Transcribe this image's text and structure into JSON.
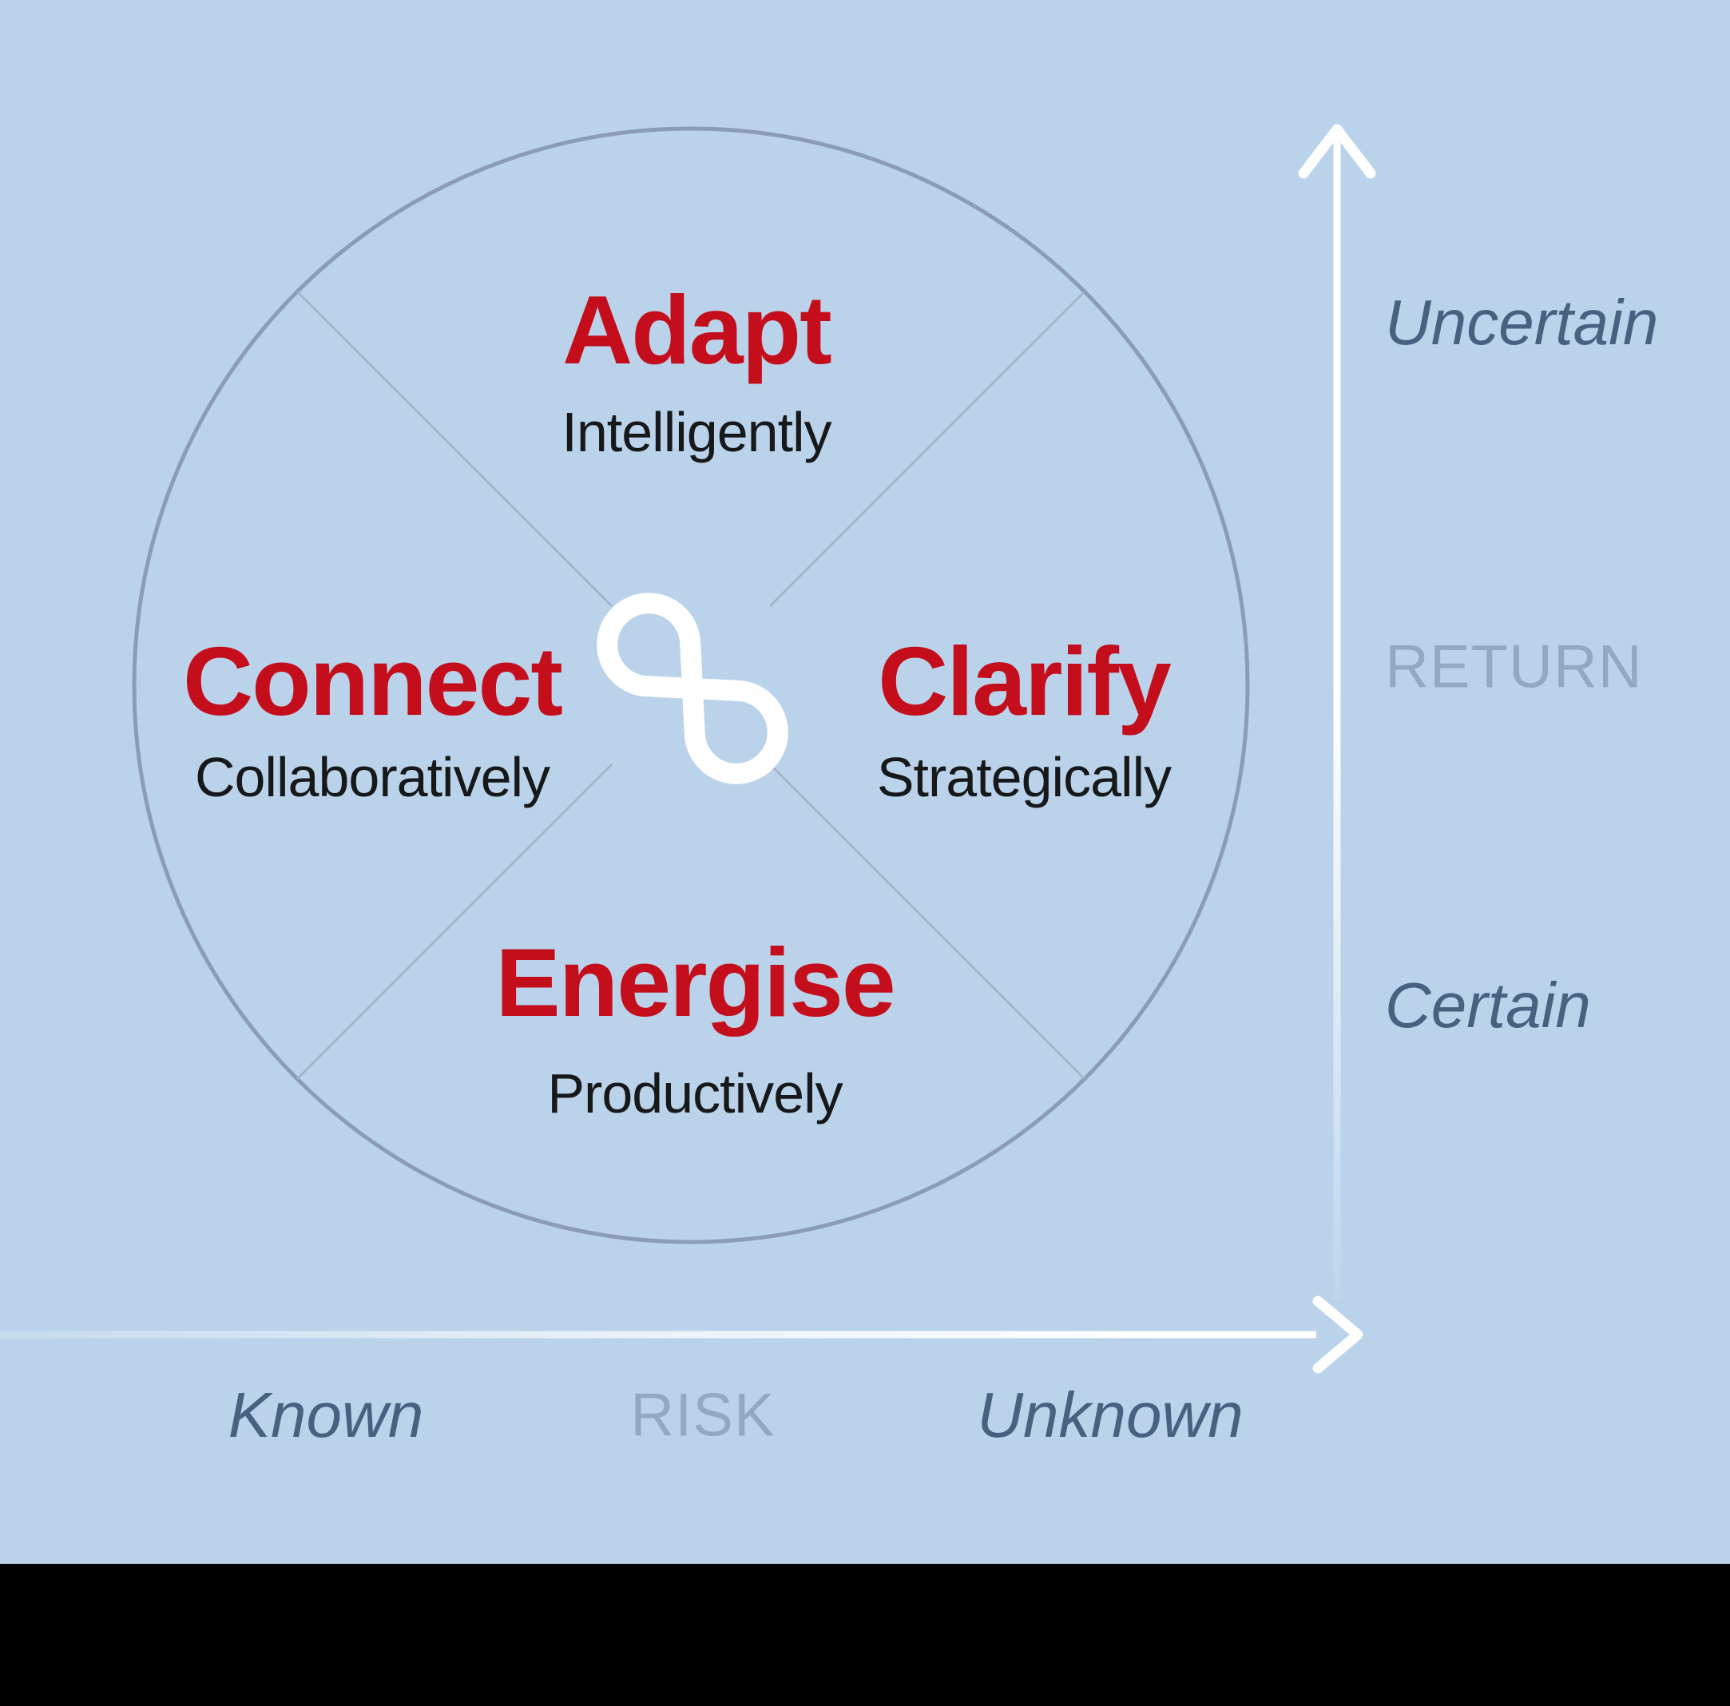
{
  "diagram": {
    "quadrants": [
      {
        "title": "Adapt",
        "subtitle": "Intelligently"
      },
      {
        "title": "Connect",
        "subtitle": "Collaboratively"
      },
      {
        "title": "Clarify",
        "subtitle": "Strategically"
      },
      {
        "title": "Energise",
        "subtitle": "Productively"
      }
    ],
    "center_logo": "infinity-loop",
    "y_axis": {
      "top_label": "Uncertain",
      "axis_name": "RETURN",
      "bottom_label": "Certain"
    },
    "x_axis": {
      "left_label": "Known",
      "axis_name": "RISK",
      "right_label": "Unknown"
    }
  },
  "colors": {
    "bg": "#bad3eb",
    "black": "#000000",
    "white": "#ffffff",
    "red": "#c40e1c",
    "dark": "#17181a",
    "circle-stroke": "#8c9cb8",
    "divider": "#9fb2c8",
    "axis-label": "#486180",
    "axis-label-muted": "#94a8c5"
  }
}
